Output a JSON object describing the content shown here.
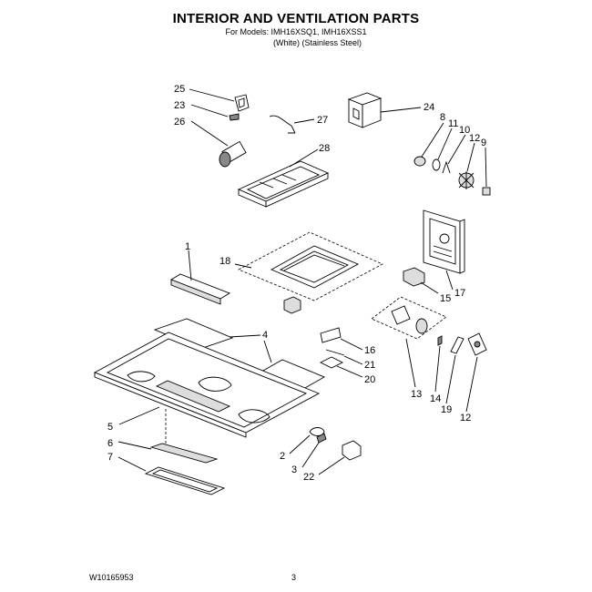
{
  "header": {
    "title": "INTERIOR AND VENTILATION PARTS",
    "models": "For Models: IMH16XSQ1, IMH16XSS1",
    "finish": "(White)   (Stainless Steel)"
  },
  "footer": {
    "doc_number": "W10165953",
    "page_number": "3"
  },
  "callouts": [
    "25",
    "23",
    "26",
    "27",
    "28",
    "24",
    "8",
    "11",
    "10",
    "12",
    "9",
    "1",
    "18",
    "17",
    "15",
    "4",
    "16",
    "21",
    "20",
    "5",
    "13",
    "14",
    "19",
    "12",
    "6",
    "7",
    "2",
    "3",
    "22"
  ]
}
